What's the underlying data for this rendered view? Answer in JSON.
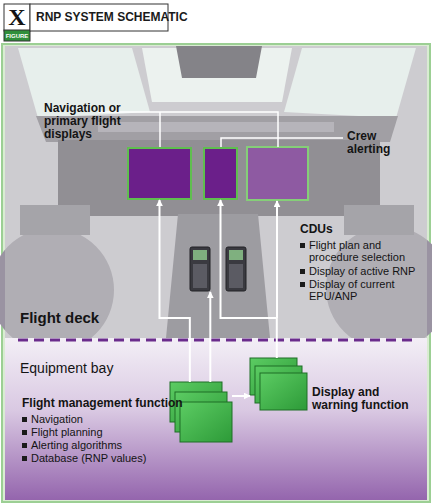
{
  "diagram": {
    "title": "RNP SYSTEM SCHEMATIC",
    "nodes": [
      {
        "text": [
          "Navigation or primary flight displays"
        ]
      },
      {
        "text": [
          "Crew alerting"
        ]
      },
      {
        "text": [
          "CDUs",
          "Flight plan and procedure selection",
          "Display of active RNP",
          "Display of current EPU/ANP"
        ]
      },
      {
        "text": [
          "Flight management function",
          "Navigation",
          "Flight planning",
          "Alerting algorithms",
          "Database (RNP values)"
        ]
      },
      {
        "text": [
          "Display and warning function"
        ]
      }
    ],
    "edges": [
      {
        "from": 3,
        "to": 0,
        "arrow": "to"
      },
      {
        "from": 3,
        "to": 2,
        "arrow": "to"
      },
      {
        "from": 3,
        "to": 4,
        "arrow": "to"
      },
      {
        "from": 4,
        "to": 1,
        "arrow": "to"
      }
    ],
    "labels": [
      "X",
      "FIGURE",
      "Flight deck",
      "Equipment bay"
    ]
  }
}
